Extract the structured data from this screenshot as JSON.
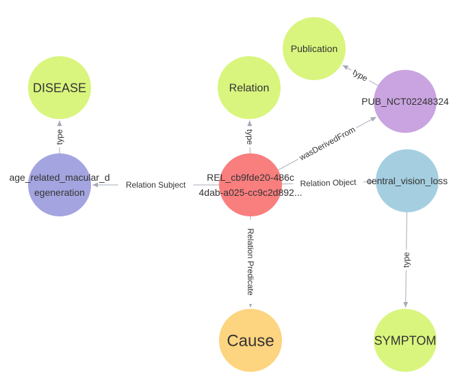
{
  "nodes": [
    {
      "id": "disease",
      "caption": "DISEASE",
      "lines": [
        "DISEASE"
      ],
      "color": "#d9f57e",
      "size": "large"
    },
    {
      "id": "relation",
      "caption": "Relation",
      "lines": [
        "Relation"
      ],
      "color": "#d9f57e",
      "size": "medium"
    },
    {
      "id": "publication",
      "caption": "Publication",
      "lines": [
        "Publication"
      ],
      "color": "#d9f57e",
      "size": "small"
    },
    {
      "id": "pub",
      "caption": "PUB_NCT02248324",
      "lines": [
        "PUB_NCT02248324"
      ],
      "color": "#c9a4e0",
      "size": "small"
    },
    {
      "id": "amd",
      "caption": "age_related_macular_degeneration",
      "lines": [
        "age_related_macular_d",
        "egeneration"
      ],
      "color": "#a4a4e0",
      "size": "small"
    },
    {
      "id": "rel",
      "caption": "REL_cb9fde20-486c-4dab-a025-cc9c2d892...",
      "lines": [
        "REL_cb9fde20-486c",
        "4dab-a025-cc9c2d892..."
      ],
      "color": "#f97e7e",
      "size": "small"
    },
    {
      "id": "cvl",
      "caption": "central_vision_loss",
      "lines": [
        "central_vision_loss"
      ],
      "color": "#a5cfe0",
      "size": "small"
    },
    {
      "id": "cause",
      "caption": "Cause",
      "lines": [
        "Cause"
      ],
      "color": "#fdd47f",
      "size": "xlarge"
    },
    {
      "id": "symptom",
      "caption": "SYMPTOM",
      "lines": [
        "SYMPTOM"
      ],
      "color": "#d9f57e",
      "size": "large"
    }
  ],
  "edges": [
    {
      "id": "e-amd-disease",
      "from": "amd",
      "to": "disease",
      "label": "type"
    },
    {
      "id": "e-rel-relation",
      "from": "rel",
      "to": "relation",
      "label": "type"
    },
    {
      "id": "e-pub-publication",
      "from": "pub",
      "to": "publication",
      "label": "type"
    },
    {
      "id": "e-rel-pub",
      "from": "rel",
      "to": "pub",
      "label": "wasDerivedFrom"
    },
    {
      "id": "e-rel-amd",
      "from": "rel",
      "to": "amd",
      "label": "Relation Subject"
    },
    {
      "id": "e-rel-cvl",
      "from": "rel",
      "to": "cvl",
      "label": "Relation Object"
    },
    {
      "id": "e-rel-cause",
      "from": "rel",
      "to": "cause",
      "label": "Relation Predicate"
    },
    {
      "id": "e-cvl-symptom",
      "from": "cvl",
      "to": "symptom",
      "label": "type"
    }
  ]
}
